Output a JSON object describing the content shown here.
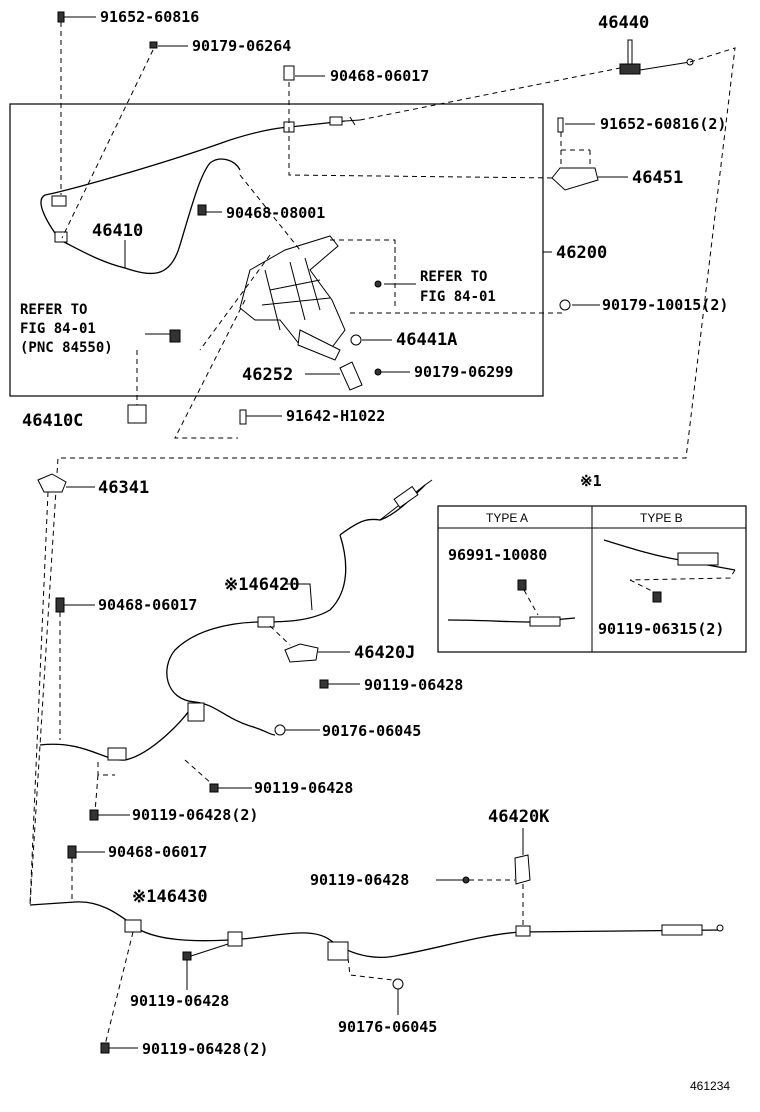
{
  "diagram": {
    "labels": {
      "p91652_60816": "91652-60816",
      "p90179_06264": "90179-06264",
      "p90468_06017_a": "90468-06017",
      "p46440": "46440",
      "p91652_60816_2": "91652-60816(2)",
      "p46451": "46451",
      "p46410": "46410",
      "p90468_08001": "90468-08001",
      "p46200": "46200",
      "refer_to_1": "REFER TO",
      "fig_84_01_1": "FIG 84-01",
      "p90179_10015_2": "90179-10015(2)",
      "refer_to_2": "REFER TO",
      "fig_84_01_2": "FIG 84-01",
      "pnc_84550": "(PNC 84550)",
      "p46441a": "46441A",
      "p46252": "46252",
      "p90179_06299": "90179-06299",
      "p46410c": "46410C",
      "p91642_h1022": "91642-H1022",
      "p46341": "46341",
      "note_mark": "※1",
      "type_a": "TYPE A",
      "type_b": "TYPE B",
      "p96991_10080": "96991-10080",
      "p90119_06315_2": "90119-06315(2)",
      "p46420": "※146420",
      "p90468_06017_b": "90468-06017",
      "p46420j": "46420J",
      "p90119_06428_a": "90119-06428",
      "p90176_06045_a": "90176-06045",
      "p90119_06428_b": "90119-06428",
      "p90119_06428_2a": "90119-06428(2)",
      "p46420k": "46420K",
      "p90468_06017_c": "90468-06017",
      "p90119_06428_c": "90119-06428",
      "p46430": "※146430",
      "p90119_06428_d": "90119-06428",
      "p90176_06045_b": "90176-06045",
      "p90119_06428_2b": "90119-06428(2)",
      "figure_id": "461234"
    }
  }
}
